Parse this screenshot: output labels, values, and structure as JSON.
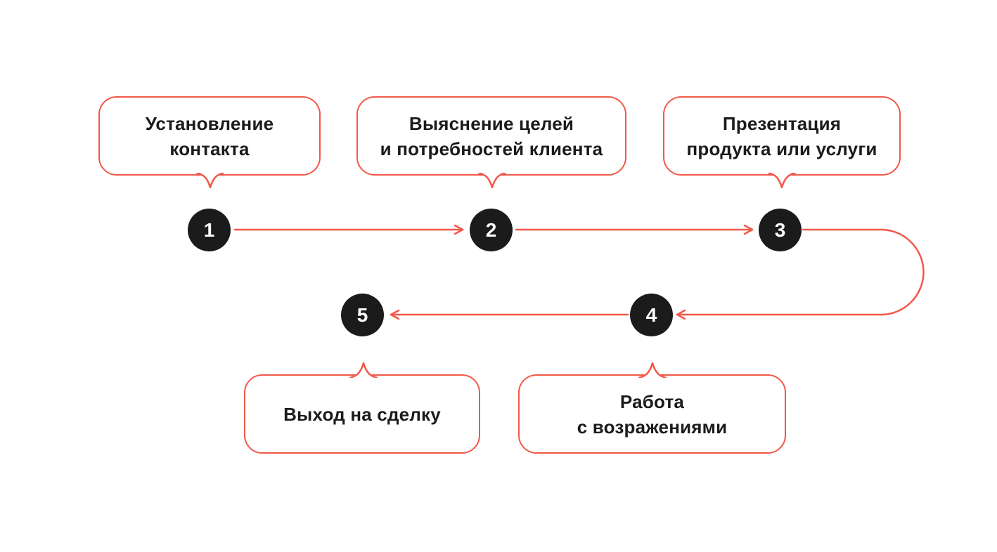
{
  "diagram": {
    "accent_color": "#f2584a",
    "circle_color": "#1b1b1b",
    "text_color": "#1b1b1b",
    "background_color": "#ffffff",
    "steps": [
      {
        "number": "1",
        "label": "Установление\nконтакта"
      },
      {
        "number": "2",
        "label": "Выяснение целей\nи потребностей клиента"
      },
      {
        "number": "3",
        "label": "Презентация\nпродукта или услуги"
      },
      {
        "number": "4",
        "label": "Работа\nс возражениями"
      },
      {
        "number": "5",
        "label": "Выход на сделку"
      }
    ]
  }
}
